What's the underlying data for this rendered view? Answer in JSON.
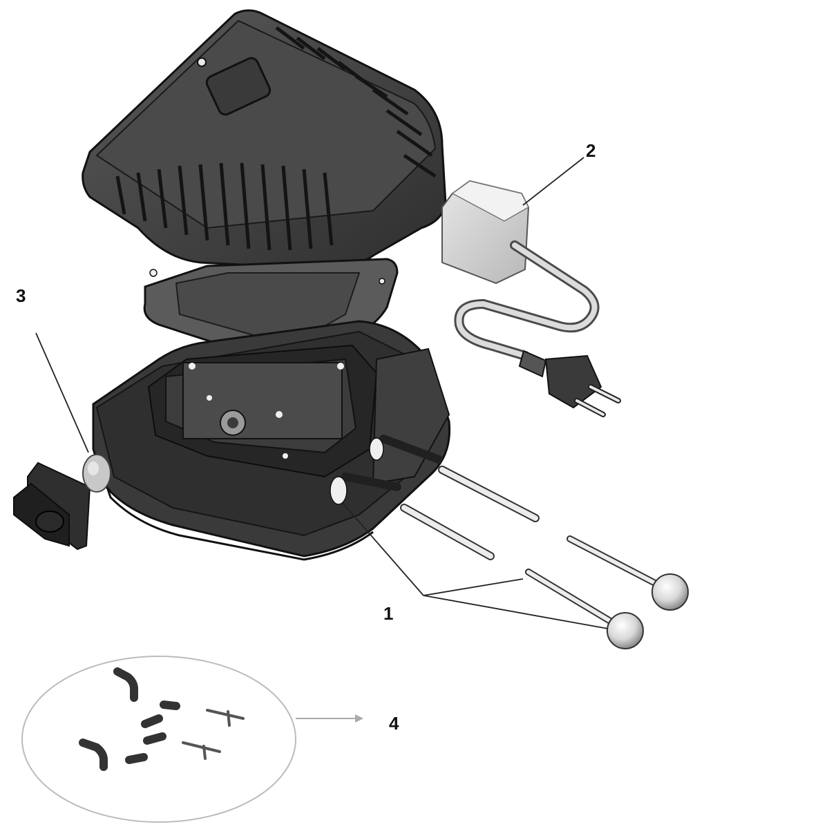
{
  "callouts": {
    "c1": "1",
    "c2": "2",
    "c3": "3",
    "c4": "4"
  },
  "parts": {
    "airstones": "airstone-set",
    "power_adapter": "power-supply-with-plug",
    "membrane": "membrane",
    "accessories": "tube-and-valve-kit"
  },
  "colors": {
    "housing": "#3b3b3b",
    "housing_dark": "#1f1f1f",
    "light_part": "#d0d0d0",
    "line": "#222222"
  }
}
